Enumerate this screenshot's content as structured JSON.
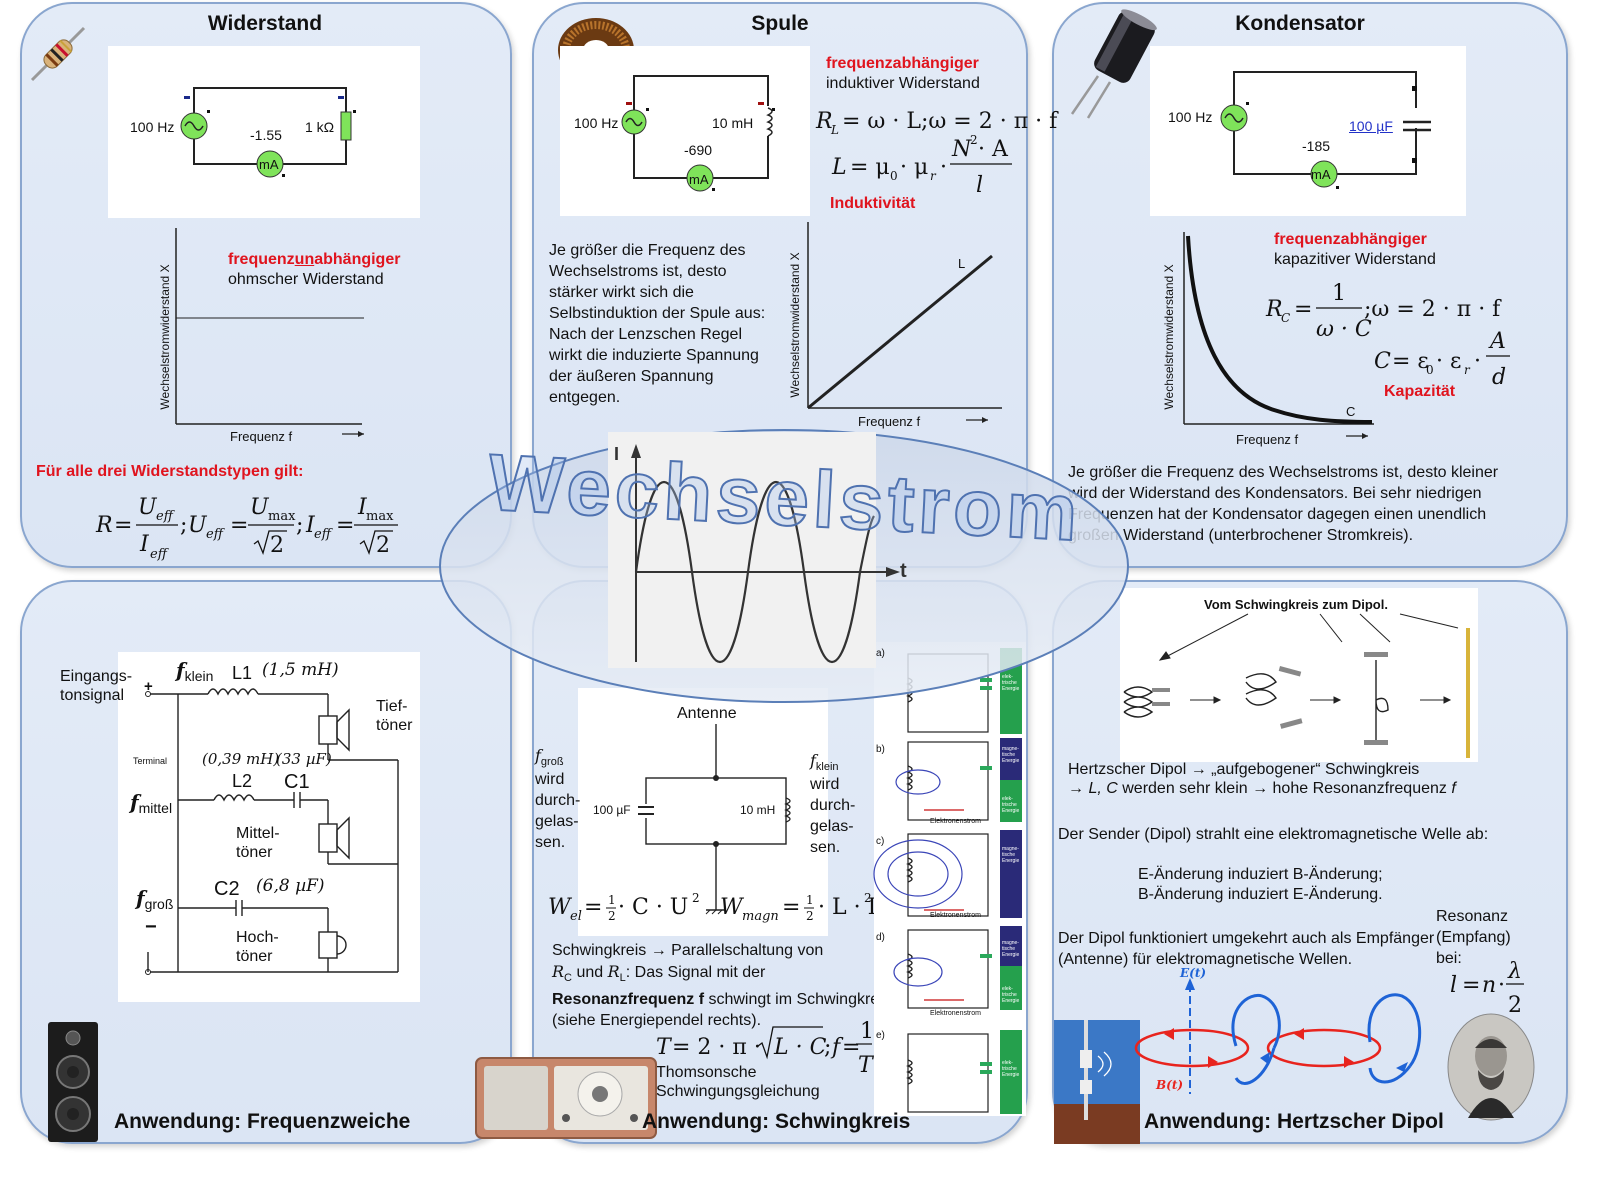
{
  "central": {
    "title": "Wechselstrom",
    "axis_i": "I",
    "axis_t": "t",
    "sub_a": "a)"
  },
  "widerstand": {
    "title": "Widerstand",
    "circuit": {
      "freq": "100 Hz",
      "value": "-1.55",
      "resistor": "1 kΩ",
      "meter": "mA"
    },
    "graph": {
      "ylabel": "Wechselstromwiderstand  X",
      "xlabel": "Frequenz  f"
    },
    "desc_red_pre": "frequenz",
    "desc_red_un": "un",
    "desc_red_post": "abhängiger",
    "desc_black": "ohmscher Widerstand",
    "general_heading": "Für alle drei Widerstandstypen gilt:"
  },
  "spule": {
    "title": "Spule",
    "circuit": {
      "freq": "100 Hz",
      "value": "-690",
      "inductor": "10 mH",
      "meter": "mA"
    },
    "desc_red": "frequenzabhängiger",
    "desc_black": "induktiver Widerstand",
    "label_red": "Induktivität",
    "text": "Je größer die Frequenz des Wechselstroms ist, desto stärker wirkt sich die Selbstinduktion der Spule aus: Nach der Lenzschen Regel wirkt die induzierte Spannung der äußeren Spannung entgegen.",
    "graph": {
      "ylabel": "Wechselstromwiderstand  X",
      "xlabel": "Frequenz  f",
      "curve": "L"
    }
  },
  "kondensator": {
    "title": "Kondensator",
    "circuit": {
      "freq": "100 Hz",
      "value": "-185",
      "capacitor": "100 µF",
      "meter": "mA"
    },
    "desc_red": "frequenzabhängiger",
    "desc_black": "kapazitiver Widerstand",
    "label_red": "Kapazität",
    "graph": {
      "ylabel": "Wechselstromwiderstand  X",
      "xlabel": "Frequenz  f",
      "curve": "C"
    },
    "text": "Je größer die Frequenz des Wechselstroms ist, desto kleiner wird der Widerstand des Kondensators. Bei sehr niedrigen Frequenzen hat der Kondensator dagegen einen unendlich großen Widerstand (unterbrochener Stromkreis)."
  },
  "frequenzweiche": {
    "app_title": "Anwendung: Frequenzweiche",
    "input_label": "Eingangs-\ntonsignal",
    "terminal": "Terminal",
    "plus": "+",
    "minus": "−",
    "f_klein": "klein",
    "f_mittel": "mittel",
    "f_gross": "groß",
    "l1": "L1",
    "l1_val": "(1,5 mH)",
    "l2": "L2",
    "l2_val": "(0,39 mH)",
    "c1": "C1",
    "c1_val": "(33 µF)",
    "c2": "C2",
    "c2_val": "(6,8 µF)",
    "tief": "Tief-\ntöner",
    "mittel": "Mittel-\ntöner",
    "hoch": "Hoch-\ntöner"
  },
  "schwingkreis": {
    "app_title": "Anwendung: Schwingkreis",
    "antenna": "Antenne",
    "cap": "100 µF",
    "ind": "10 mH",
    "left_sub": "groß",
    "left_text": "wird\ndurch-\ngelas-\nsen.",
    "right_sub": "klein",
    "right_text": "wird\ndurch-\ngelas-\nsen.",
    "text_pre": "Schwingkreis → Parallelschaltung von",
    "text_rc": "R",
    "text_rc_sub": "C",
    "text_und": " und ",
    "text_rl": "R",
    "text_rl_sub": "L",
    "text_mid": ": Das Signal mit der",
    "text_bold": "Resonanzfrequenz f",
    "text_post": " schwingt im Schwingkreis (siehe Energiependel rechts).",
    "thomson": "Thomsonsche\nSchwingungsgleichung",
    "pendel_labels": [
      "b)",
      "c)",
      "d)",
      "e)"
    ],
    "pendel_strom": "Elektronenstrom",
    "energy_el": "elek-\ntrische\nEnergie",
    "energy_mag": "magne-\ntische\nEnergie"
  },
  "dipol": {
    "app_title": "Anwendung: Hertzscher Dipol",
    "diagram_title": "Vom Schwingkreis zum Dipol.",
    "line1": "Hertzscher Dipol → „aufgebogener“ Schwingkreis",
    "line2_pre": "→ ",
    "line2_lc": "L, C",
    "line2_mid": " werden sehr klein → hohe Resonanzfrequenz ",
    "line2_f": "f",
    "sender": "Der Sender (Dipol) strahlt eine elektromagnetische Welle ab:",
    "e_change": "E-Änderung induziert B-Änderung;",
    "b_change": "B-Änderung induziert E-Änderung.",
    "receiver": "Der Dipol funktioniert umgekehrt auch als Empfänger (Antenne) für elektromagnetische Wellen.",
    "resonance": "Resonanz\n(Empfang)\nbei:",
    "e_field": "E(t)",
    "b_field": "B(t)"
  },
  "colors": {
    "panel": "#dce6f4",
    "border": "#8aa6cf",
    "red": "#e0141e",
    "green": "#7fe35a",
    "wave_red": "#e8241e",
    "wave_blue": "#1e63d6"
  }
}
